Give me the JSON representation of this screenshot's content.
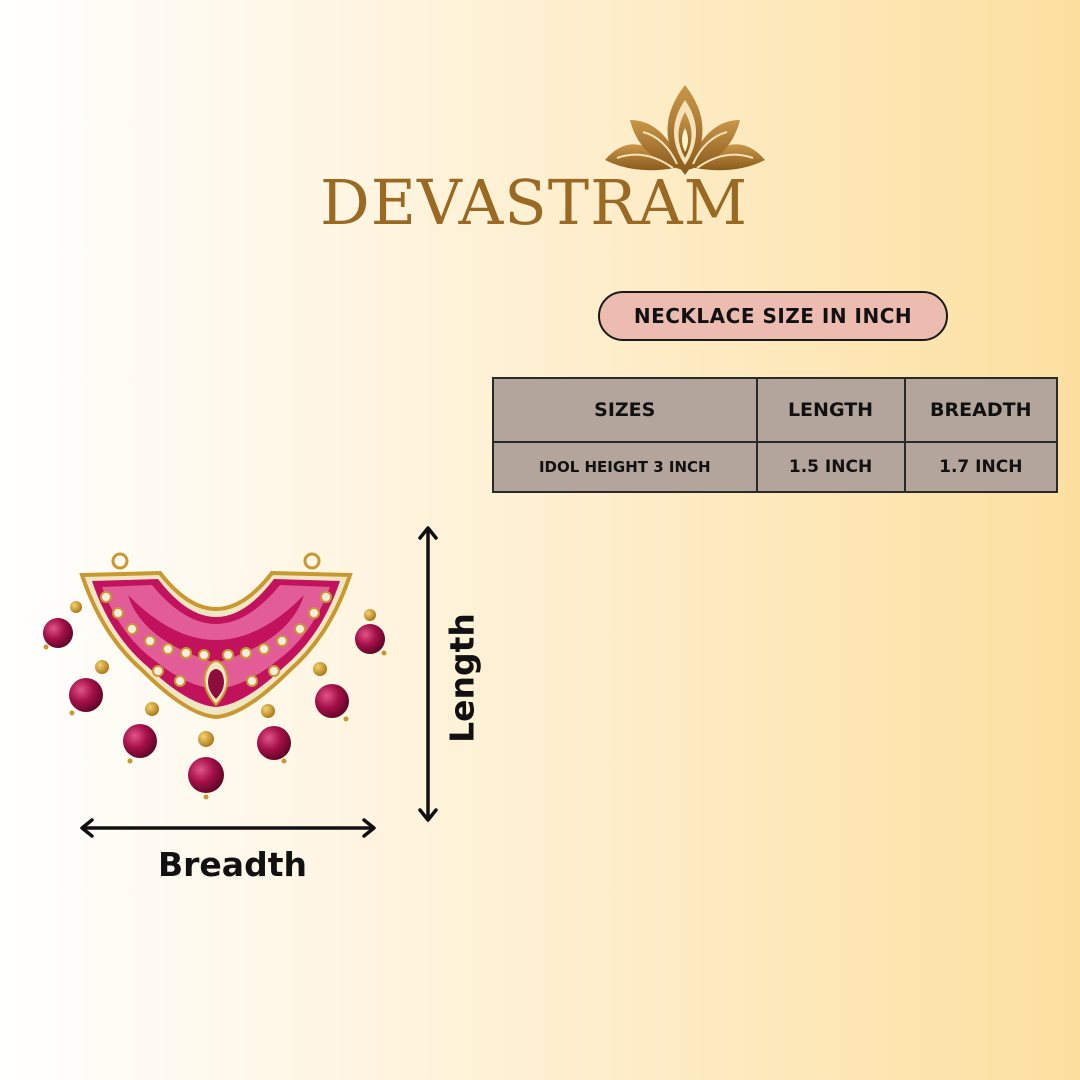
{
  "brand": {
    "name": "DEVASTRAM"
  },
  "size_panel": {
    "title": "NECKLACE SIZE IN INCH",
    "headers": [
      "SIZES",
      "LENGTH",
      "BREADTH"
    ],
    "rows": [
      [
        "IDOL HEIGHT 3 INCH",
        "1.5 INCH",
        "1.7 INCH"
      ]
    ]
  },
  "dimensions": {
    "breadth_label": "Breadth",
    "length_label": "Length"
  },
  "colors": {
    "brand_gold": "#9a6a24",
    "pill_fill": "#ecbcb0",
    "table_fill": "#b4a59c",
    "enamel_pink": "#e25d97",
    "enamel_magenta": "#c2125c",
    "bead_ruby": "#9e1044"
  },
  "icons": [
    "lotus-logo-icon",
    "pendant-image",
    "double-arrow-horizontal-icon",
    "double-arrow-vertical-icon"
  ]
}
